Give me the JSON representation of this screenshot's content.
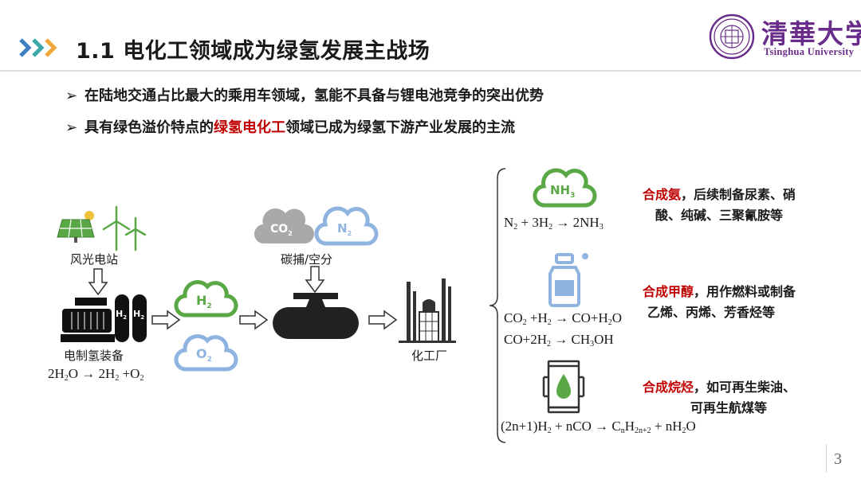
{
  "header": {
    "title": "1.1 电化工领域成为绿氢发展主战场",
    "logo_cn": "清華大学",
    "logo_en": "Tsinghua University"
  },
  "bullets": [
    {
      "marker": "➢",
      "text": "在陆地交通占比最大的乘用车领域，氢能不具备与锂电池竞争的突出优势"
    },
    {
      "marker": "➢",
      "prefix": "具有绿色溢价特点的",
      "highlight": "绿氢电化工",
      "suffix": "领域已成为绿氢下游产业发展的主流"
    }
  ],
  "flow": {
    "wind_solar_label": "风光电站",
    "electrolyzer_label": "电制氢装备",
    "h2_tank_label": "H",
    "h2_tank_sub": "2",
    "h2_cloud": "H",
    "o2_cloud": "O",
    "cloud_sub": "2",
    "co2_cloud": "CO",
    "n2_cloud": "N",
    "capture_label": "碳捕/空分",
    "plant_label": "化工厂"
  },
  "equations": {
    "electrolysis": [
      "2H",
      "2",
      "O → 2H",
      "2",
      " +O",
      "2"
    ],
    "ammonia": [
      "N",
      "2",
      " + 3H",
      "2",
      " → 2NH",
      "3"
    ],
    "methanol_1": [
      "CO",
      "2",
      " +H",
      "2",
      " → CO+H",
      "2",
      "O"
    ],
    "methanol_2": [
      "CO+2H",
      "2",
      " → CH",
      "3",
      "OH"
    ],
    "alkane": [
      "(2n+1)H",
      "2",
      " + nCO → C",
      "n",
      "H",
      "2n+2",
      " + nH",
      "2",
      "O"
    ]
  },
  "products": [
    {
      "icon_text": "NH",
      "icon_sub": "3",
      "highlight": "合成氨",
      "line1": "，后续制备尿素、硝",
      "line2": "酸、纯碱、三聚氰胺等"
    },
    {
      "highlight": "合成甲醇",
      "line1": "，用作燃料或制备",
      "line2": "乙烯、丙烯、芳香烃等"
    },
    {
      "highlight": "合成烷烃",
      "line1": "，如可再生柴油、",
      "line2": "可再生航煤等"
    }
  ],
  "page_number": "3",
  "colors": {
    "chevron_blue": "#3d7fc1",
    "chevron_teal": "#3aa9a9",
    "chevron_orange": "#f0a83a",
    "green": "#5aa845",
    "light_blue": "#8fb4df",
    "gray_cloud": "#a9a9a9",
    "red": "#c00000",
    "purple": "#6a2c8a"
  }
}
